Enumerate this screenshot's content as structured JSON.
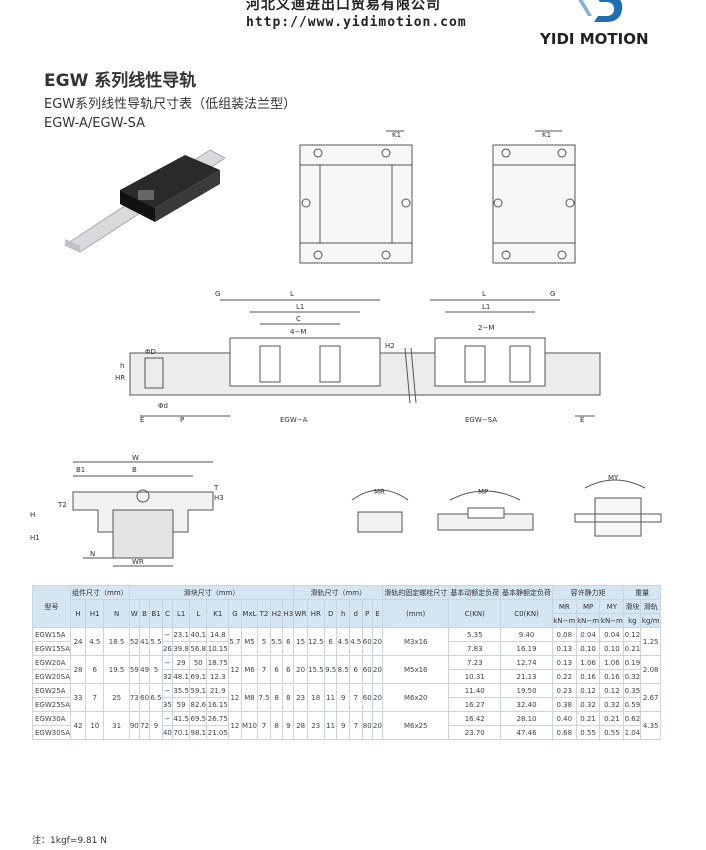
{
  "header": {
    "company_cn": "河北义迪进出口贸易有限公司",
    "url": "http://www.yidimotion.com",
    "brand": "YIDI MOTION"
  },
  "titles": {
    "main": "EGW 系列线性导轨",
    "sub": "EGW系列线性导轨尺寸表（低组装法兰型）",
    "models": "EGW-A/EGW-SA"
  },
  "diagram_labels": {
    "k1": "K1",
    "g": "G",
    "l": "L",
    "l1": "L1",
    "c": "C",
    "m4": "4−M",
    "m2": "2−M",
    "phiD": "ΦD",
    "phid": "Φd",
    "h": "h",
    "hr": "HR",
    "h2": "H2",
    "e": "E",
    "p": "P",
    "egw_a": "EGW−A",
    "egw_sa": "EGW−SA",
    "w": "W",
    "b1": "B1",
    "b": "B",
    "t": "T",
    "h3": "H3",
    "t2": "T2",
    "h_big": "H",
    "h1": "H1",
    "n": "N",
    "wr": "WR",
    "mr": "MR",
    "mp": "MP",
    "my": "MY"
  },
  "table": {
    "group_headers": {
      "model": "型号",
      "assembly": "组件尺寸（mm）",
      "block": "滑块尺寸（mm）",
      "rail": "滑轨尺寸（mm）",
      "bolt": "滑轨的固定螺栓尺寸",
      "dyn": "基本动额定负荷",
      "stat": "基本静额定负荷",
      "moment": "容许静力矩",
      "weight": "重量"
    },
    "columns": [
      "H",
      "H1",
      "N",
      "W",
      "B",
      "B1",
      "C",
      "L1",
      "L",
      "K1",
      "G",
      "MxL",
      "T2",
      "H2",
      "H3",
      "WR",
      "HR",
      "D",
      "h",
      "d",
      "P",
      "E",
      "(mm)",
      "C(KN)",
      "C0(KN)",
      "MR",
      "MP",
      "MY",
      "滑块",
      "滑轨"
    ],
    "units": [
      "kN−m",
      "kN−m",
      "kN−m",
      "kg",
      "kg/m"
    ],
    "rows": [
      {
        "model": "EGW15A",
        "H": "24",
        "H1": "4.5",
        "N": "18.5",
        "W": "52",
        "B": "41",
        "B1": "5.5",
        "C": "−",
        "L1": "23.1",
        "L": "40.1",
        "K1": "14.8",
        "G": "5.7",
        "MxL": "M5",
        "T2": "5",
        "H2": "5.5",
        "H3": "6",
        "WR": "15",
        "HR": "12.5",
        "D": "6",
        "h": "4.5",
        "d": "4.5",
        "P": "60",
        "E": "20",
        "bolt": "M3x16",
        "C_kn": "5.35",
        "C0_kn": "9.40",
        "MR": "0.08",
        "MP": "0.04",
        "MY": "0.04",
        "blk": "0.12",
        "rail": "1.25"
      },
      {
        "model": "EGW15SA",
        "C": "26",
        "L1": "39.8",
        "L": "56.8",
        "K1": "10.15",
        "C_kn": "7.83",
        "C0_kn": "16.19",
        "MR": "0.13",
        "MP": "0.10",
        "MY": "0.10",
        "blk": "0.21"
      },
      {
        "model": "EGW20A",
        "H": "28",
        "H1": "6",
        "N": "19.5",
        "W": "59",
        "B": "49",
        "B1": "5",
        "C": "−",
        "L1": "29",
        "L": "50",
        "K1": "18.75",
        "G": "12",
        "MxL": "M6",
        "T2": "7",
        "H2": "6",
        "H3": "6",
        "WR": "20",
        "HR": "15.5",
        "D": "9.5",
        "h": "8.5",
        "d": "6",
        "P": "60",
        "E": "20",
        "bolt": "M5x16",
        "C_kn": "7.23",
        "C0_kn": "12.74",
        "MR": "0.13",
        "MP": "1.06",
        "MY": "1.06",
        "blk": "0.19",
        "rail": "2.08"
      },
      {
        "model": "EGW20SA",
        "C": "32",
        "L1": "48.1",
        "L": "69.1",
        "K1": "12.3",
        "C_kn": "10.31",
        "C0_kn": "21.13",
        "MR": "0.22",
        "MP": "0.16",
        "MY": "0.16",
        "blk": "0.32"
      },
      {
        "model": "EGW25A",
        "H": "33",
        "H1": "7",
        "N": "25",
        "W": "73",
        "B": "60",
        "B1": "6.5",
        "C": "−",
        "L1": "35.5",
        "L": "59.1",
        "K1": "21.9",
        "G": "12",
        "MxL": "M8",
        "T2": "7.5",
        "H2": "8",
        "H3": "8",
        "WR": "23",
        "HR": "18",
        "D": "11",
        "h": "9",
        "d": "7",
        "P": "60",
        "E": "20",
        "bolt": "M6x20",
        "C_kn": "11.40",
        "C0_kn": "19.50",
        "MR": "0.23",
        "MP": "0.12",
        "MY": "0.12",
        "blk": "0.35",
        "rail": "2.67"
      },
      {
        "model": "EGW25SA",
        "C": "35",
        "L1": "59",
        "L": "82.6",
        "K1": "16.15",
        "C_kn": "16.27",
        "C0_kn": "32.40",
        "MR": "0.38",
        "MP": "0.32",
        "MY": "0.32",
        "blk": "0.59"
      },
      {
        "model": "EGW30A",
        "H": "42",
        "H1": "10",
        "N": "31",
        "W": "90",
        "B": "72",
        "B1": "9",
        "C": "−",
        "L1": "41.5",
        "L": "69.5",
        "K1": "26.75",
        "G": "12",
        "MxL": "M10",
        "T2": "7",
        "H2": "8",
        "H3": "9",
        "WR": "28",
        "HR": "23",
        "D": "11",
        "h": "9",
        "d": "7",
        "P": "80",
        "E": "20",
        "bolt": "M6x25",
        "C_kn": "16.42",
        "C0_kn": "28.10",
        "MR": "0.40",
        "MP": "0.21",
        "MY": "0.21",
        "blk": "0.62",
        "rail": "4.35"
      },
      {
        "model": "EGW30SA",
        "C": "40",
        "L1": "70.1",
        "L": "98.1",
        "K1": "21.05",
        "C_kn": "23.70",
        "C0_kn": "47.46",
        "MR": "0.68",
        "MP": "0.55",
        "MY": "0.55",
        "blk": "1.04"
      }
    ]
  },
  "note": "注：1kgf=9.81 N",
  "colors": {
    "header_bg": "#d3e6f2",
    "border": "#c9d6df",
    "logo": "#1e6db5"
  }
}
